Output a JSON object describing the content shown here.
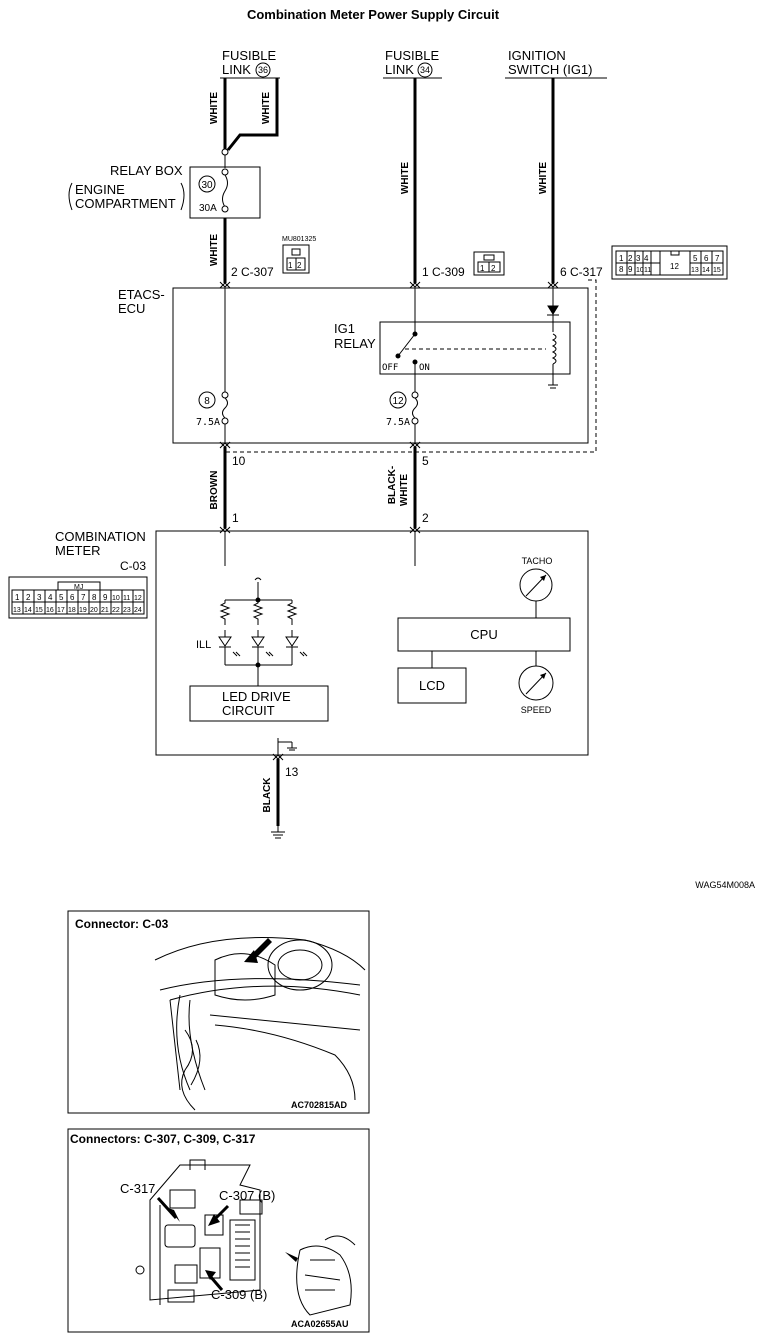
{
  "title": "Combination Meter Power Supply Circuit",
  "sources": {
    "fusible36_line1": "FUSIBLE",
    "fusible36_line2": "LINK",
    "fusible36_num": "36",
    "fusible34_line1": "FUSIBLE",
    "fusible34_line2": "LINK",
    "fusible34_num": "34",
    "ign_line1": "IGNITION",
    "ign_line2": "SWITCH (IG1)"
  },
  "wires": {
    "white": "WHITE",
    "brown": "BROWN",
    "black_white_1": "BLACK-",
    "black_white_2": "WHITE",
    "black": "BLACK"
  },
  "relay_box": {
    "label": "RELAY BOX",
    "sub1": "ENGINE",
    "sub2": "COMPARTMENT",
    "fuse_num": "30",
    "rating": "30A"
  },
  "connectors": {
    "c307": "2  C-307",
    "c309": "1  C-309",
    "c317": "6  C-317",
    "mu_code": "MU801325",
    "c307_pins": [
      "1",
      "2"
    ],
    "c309_pins": [
      "1",
      "2"
    ],
    "c317_row1": [
      "1",
      "2",
      "3",
      "4",
      "",
      "5",
      "6",
      "7"
    ],
    "c317_row2": [
      "8",
      "9",
      "10",
      "11",
      "12",
      "13",
      "14",
      "15"
    ],
    "c03_label": "C-03",
    "c03_mj": "MJ",
    "c03_row1": [
      "1",
      "2",
      "3",
      "4",
      "5",
      "6",
      "7",
      "8",
      "9",
      "10",
      "11",
      "12"
    ],
    "c03_row2": [
      "13",
      "14",
      "15",
      "16",
      "17",
      "18",
      "19",
      "20",
      "21",
      "22",
      "23",
      "24"
    ]
  },
  "etacs": {
    "label1": "ETACS-",
    "label2": "ECU",
    "ig1_1": "IG1",
    "ig1_2": "RELAY",
    "off": "OFF",
    "on": "ON",
    "fuse8_num": "8",
    "fuse8_rating": "7.5A",
    "fuse12_num": "12",
    "fuse12_rating": "7.5A",
    "pin10": "10",
    "pin5": "5"
  },
  "meter": {
    "label1": "COMBINATION",
    "label2": "METER",
    "pin1": "1",
    "pin2": "2",
    "pin13": "13",
    "ill": "ILL",
    "led_drive_1": "LED DRIVE",
    "led_drive_2": "CIRCUIT",
    "cpu": "CPU",
    "lcd": "LCD",
    "tacho": "TACHO",
    "speed": "SPEED"
  },
  "diagram_code": "WAG54M008A",
  "location_panels": [
    {
      "title": "Connector: C-03",
      "code": "AC702815AD"
    },
    {
      "title": "Connectors: C-307, C-309, C-317",
      "code": "ACA02655AU",
      "labels": [
        "C-317",
        "C-307 (B)",
        "C-309 (B)"
      ]
    }
  ]
}
